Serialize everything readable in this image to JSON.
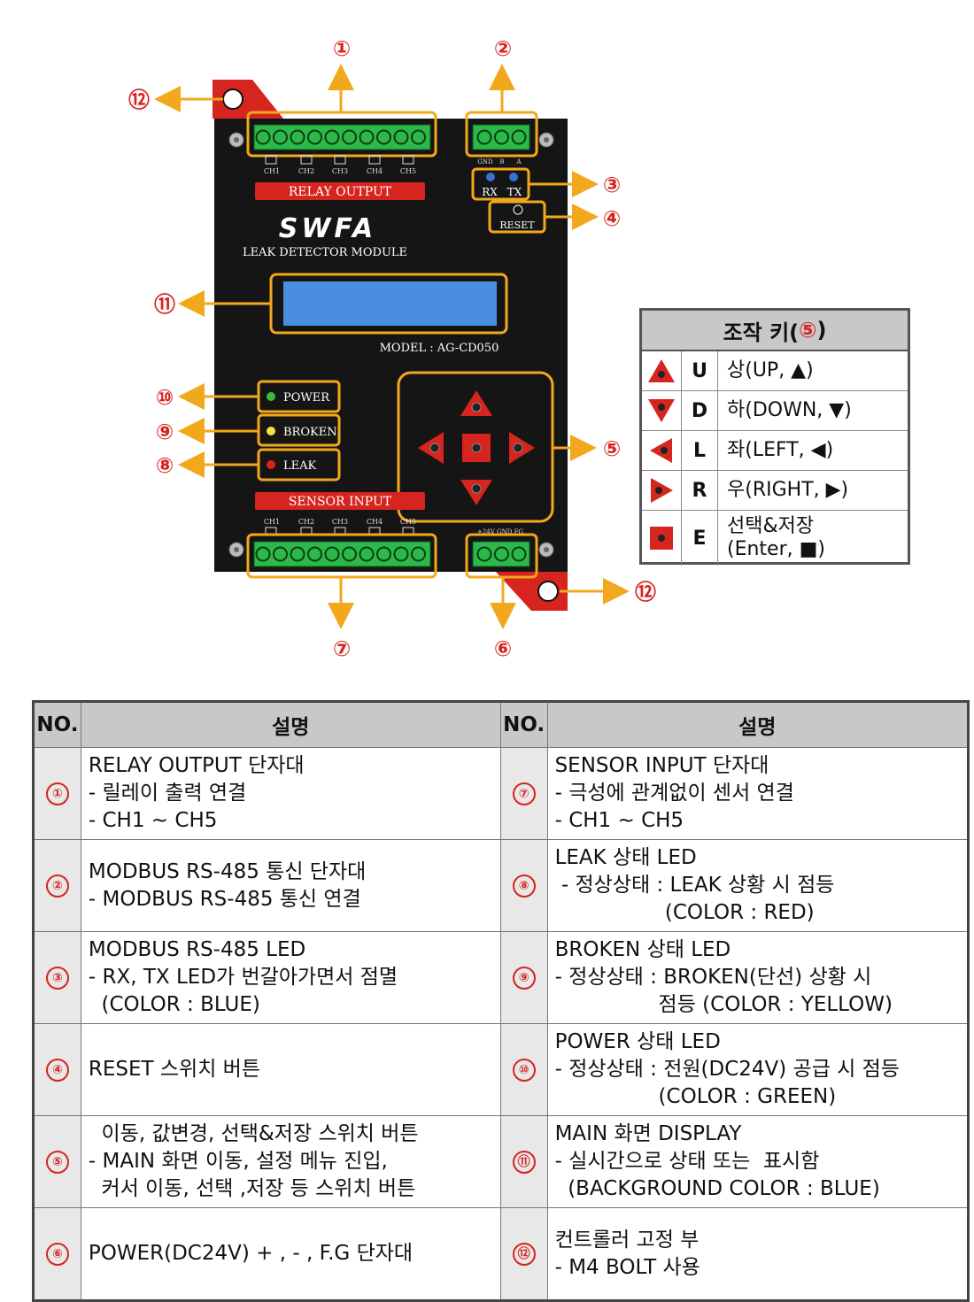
{
  "module": {
    "brand": "SWFA",
    "subtitle": "LEAK DETECTOR MODULE",
    "model": "MODEL : AG-CD050",
    "relay_label": "RELAY OUTPUT",
    "sensor_label": "SENSOR INPUT",
    "relay_channels": [
      "CH1",
      "CH2",
      "CH3",
      "CH4",
      "CH5"
    ],
    "sensor_channels": [
      "CH1",
      "CH2",
      "CH3",
      "CH4",
      "CH5"
    ],
    "comm_pins": [
      "GND",
      "B",
      "A"
    ],
    "power_pins": "+24V GND  FG",
    "rx": "RX",
    "tx": "TX",
    "reset": "RESET",
    "leds": [
      {
        "label": "POWER",
        "color": "#3dbb3d"
      },
      {
        "label": "BROKEN",
        "color": "#f0e63a"
      },
      {
        "label": "LEAK",
        "color": "#e02020"
      }
    ],
    "board_color": "#151515",
    "terminal_color": "#2db84a",
    "highlight_color": "#f2a81d",
    "red_label_color": "#d6241f",
    "lcd_color": "#4a8ee0"
  },
  "callouts": {
    "c1": "①",
    "c2": "②",
    "c3": "③",
    "c4": "④",
    "c5": "⑤",
    "c6": "⑥",
    "c7": "⑦",
    "c8": "⑧",
    "c9": "⑨",
    "c10": "⑩",
    "c11": "⑪",
    "c12a": "⑫",
    "c12b": "⑫"
  },
  "keys": {
    "title": "조작 키(",
    "title_num": "⑤",
    "title_end": ")",
    "rows": [
      {
        "icon": "up-triangle-key-icon",
        "key": "U",
        "desc": "상(UP, ▲)"
      },
      {
        "icon": "down-triangle-key-icon",
        "key": "D",
        "desc": "하(DOWN, ▼)"
      },
      {
        "icon": "left-triangle-key-icon",
        "key": "L",
        "desc": "좌(LEFT, ◀)"
      },
      {
        "icon": "right-triangle-key-icon",
        "key": "R",
        "desc": "우(RIGHT, ▶)"
      },
      {
        "icon": "square-enter-key-icon",
        "key": "E",
        "desc": "선택&저장\n(Enter, ■)"
      }
    ]
  },
  "table": {
    "headers": [
      "NO.",
      "설명",
      "NO.",
      "설명"
    ],
    "rows": [
      {
        "left_no": "①",
        "left": "RELAY OUTPUT 단자대\n- 릴레이 출력 연결\n- CH1 ~ CH5",
        "right_no": "⑦",
        "right": "SENSOR INPUT 단자대\n- 극성에 관계없이 센서 연결\n- CH1 ~ CH5"
      },
      {
        "left_no": "②",
        "left": "MODBUS RS-485 통신 단자대\n- MODBUS RS-485 통신 연결",
        "right_no": "⑧",
        "right": "LEAK 상태 LED\n - 정상상태 : LEAK 상황 시 점등\n                 (COLOR : RED)"
      },
      {
        "left_no": "③",
        "left": "MODBUS RS-485 LED\n- RX, TX LED가 번갈아가면서 점멸\n  (COLOR : BLUE)",
        "right_no": "⑨",
        "right": "BROKEN 상태 LED\n- 정상상태 : BROKEN(단선) 상황 시\n                점등 (COLOR : YELLOW)"
      },
      {
        "left_no": "④",
        "left": "RESET 스위치 버튼",
        "right_no": "⑩",
        "right": "POWER 상태 LED\n- 정상상태 : 전원(DC24V) 공급 시 점등\n                (COLOR : GREEN)"
      },
      {
        "left_no": "⑤",
        "left": "  이동, 값변경, 선택&저장 스위치 버튼\n- MAIN 화면 이동, 설정 메뉴 진입,\n  커서 이동, 선택 ,저장 등 스위치 버튼",
        "right_no": "⑪",
        "right": "MAIN 화면 DISPLAY\n- 실시간으로 상태 또는  표시함\n  (BACKGROUND COLOR : BLUE)"
      },
      {
        "left_no": "⑥",
        "left": "POWER(DC24V) + , - , F.G 단자대",
        "right_no": "⑫",
        "right": "컨트롤러 고정 부\n- M4 BOLT 사용"
      }
    ]
  }
}
